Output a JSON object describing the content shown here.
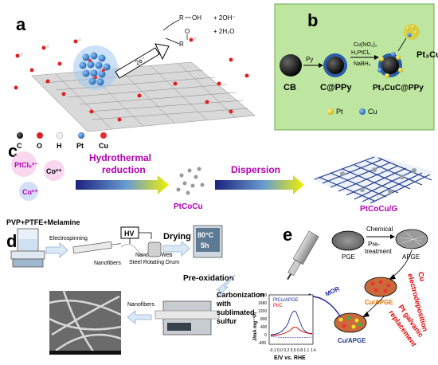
{
  "panels": {
    "a": {
      "letter": "a",
      "reaction_top": "OH",
      "reaction_top_right": "+ 2OH⁻",
      "reaction_bottom_right": "+ 2H₂O",
      "reaction_R1": "R",
      "reaction_R2": "R",
      "reaction_O": "O",
      "arrow_label": "2e⁻",
      "legend": [
        "C",
        "O",
        "H",
        "Pt",
        "Cu"
      ]
    },
    "b": {
      "letter": "b",
      "py": "Py",
      "reagents": [
        "Cu(NO₃)₂",
        "H₂PtCl₆",
        "NaBH₄"
      ],
      "cb": "CB",
      "c_ppy": "C@PPy",
      "pt3cuc_ppy": "Pt₃CuC@PPy",
      "pt3cu": "Pt₃Cu",
      "legend_pt": "Pt",
      "legend_cu": "Cu"
    },
    "c": {
      "letter": "c",
      "ion_ptcl": "PtCl₆²⁻",
      "ion_co": "Co²⁺",
      "ion_cu": "Cu²⁺",
      "step1_line1": "Hydrothermal",
      "step1_line2": "reduction",
      "product1": "PtCoCu",
      "step2": "Dispersion",
      "product2": "PtCoCu/G"
    },
    "d": {
      "letter": "d",
      "precursor": "PVP+PTFE+Melamine",
      "electrospinning": "Electrospinning",
      "hv": "HV",
      "nanofibers_1": "Nanofibers",
      "nanofiber_web": "Nanofiber Web",
      "drum": "Steel Rotating Drum",
      "drying": "Drying",
      "oven_temp": "80°C",
      "oven_time": "5h",
      "preoxidation": "Pre-oxidation",
      "carb_line1": "Carbonization",
      "carb_line2": "with",
      "carb_line3": "sublimated",
      "carb_line4": "sulfur",
      "nanofibers_2": "Nanofibers"
    },
    "e": {
      "letter": "e",
      "chem_line1": "Chemical",
      "chem_line2": "Pre-",
      "chem_line3": "treatment",
      "pge": "PGE",
      "apge": "APGE",
      "cu_line1": "Cu",
      "cu_line2": "electrodeposition",
      "cu_apge_1": "Cu/APGE",
      "pt_line1": "Pt galvanic",
      "pt_line2": "replacement",
      "cu_apge_2": "Cu/APGE",
      "mor": "MOR",
      "legend1": "PtCu/APGE",
      "legend2": "Pt/C",
      "ylabel": "J/mA mg⁻¹Pt",
      "xlabel": "E/V vs. RHE",
      "yticks": [
        "2000",
        "1680",
        "1200",
        "800",
        "400",
        "0",
        "-400"
      ],
      "xticks": "-0.1 0.0 0.2 0.5 0.8 1.1 1.4"
    }
  },
  "colors": {
    "panel_b_bg": "#bfe6a0",
    "panel_b_border": "#6aa84f",
    "arrow_gradient_start": "#1a237e",
    "arrow_gradient_end": "#e8e800",
    "magenta": "#b000b0",
    "red_label": "#e00000",
    "graphene_blue": "#1e3a8a"
  }
}
